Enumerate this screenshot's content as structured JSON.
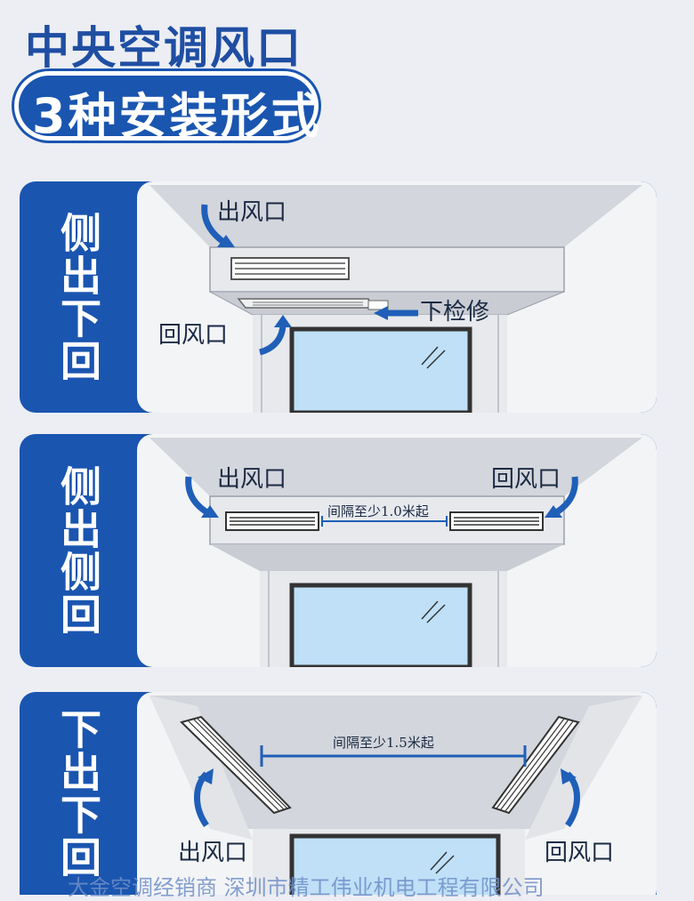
{
  "header": {
    "title": "中央空调风口",
    "subtitle": "3种安装形式"
  },
  "panels": [
    {
      "side_label": "侧出下回",
      "labels": {
        "outlet": "出风口",
        "return": "回风口",
        "maintenance": "下检修"
      }
    },
    {
      "side_label": "侧出侧回",
      "labels": {
        "outlet": "出风口",
        "return": "回风口",
        "spacing": "间隔至少1.0米起"
      }
    },
    {
      "side_label": "下出下回",
      "labels": {
        "outlet": "出风口",
        "return": "回风口",
        "spacing": "间隔至少1.5米起"
      }
    }
  ],
  "watermark": "大金空调经销商  深圳市精工伟业机电工程有限公司",
  "colors": {
    "brand_blue": "#1a55b0",
    "title_blue": "#1f4ea3",
    "arrow_blue": "#1f5fb8",
    "ceiling_gray": "#d9dbe0",
    "window_sky": "#bfe0f7"
  }
}
